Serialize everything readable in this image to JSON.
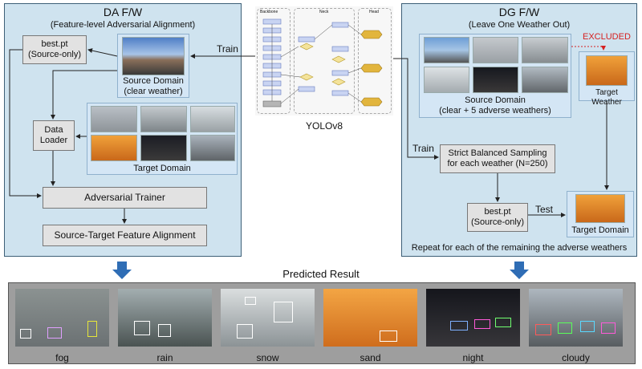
{
  "da": {
    "title": "DA F/W",
    "subtitle": "(Feature-level Adversarial Alignment)",
    "best_pt": "best.pt",
    "best_pt_sub": "(Source-only)",
    "source_label": "Source Domain",
    "source_sub": "(clear weather)",
    "data_loader_1": "Data",
    "data_loader_2": "Loader",
    "target_label": "Target Domain",
    "adv_trainer": "Adversarial Trainer",
    "feature_align": "Source-Target Feature Alignment",
    "train_label": "Train"
  },
  "yolo": {
    "caption": "YOLOv8",
    "backbone": "Backbone",
    "neck": "Neck",
    "head": "Head"
  },
  "dg": {
    "title": "DG F/W",
    "subtitle": "(Leave One Weather Out)",
    "excluded": "EXCLUDED",
    "target_weather": "Target Weather",
    "source_label": "Source Domain",
    "source_sub": "(clear + 5 adverse weathers)",
    "train_label": "Train",
    "sampling_1": "Strict Balanced Sampling",
    "sampling_2": "for each weather (N=250)",
    "best_pt": "best.pt",
    "best_pt_sub": "(Source-only)",
    "test_label": "Test",
    "target_domain": "Target Domain",
    "repeat": "Repeat for each of the remaining the adverse weathers"
  },
  "result": {
    "title": "Predicted Result",
    "labels": [
      "fog",
      "rain",
      "snow",
      "sand",
      "night",
      "cloudy"
    ]
  },
  "colors": {
    "panel": "#cfe3ef",
    "panel_border": "#3d5f77",
    "arrow_blue": "#2f6db5",
    "excluded_red": "#d62020"
  }
}
